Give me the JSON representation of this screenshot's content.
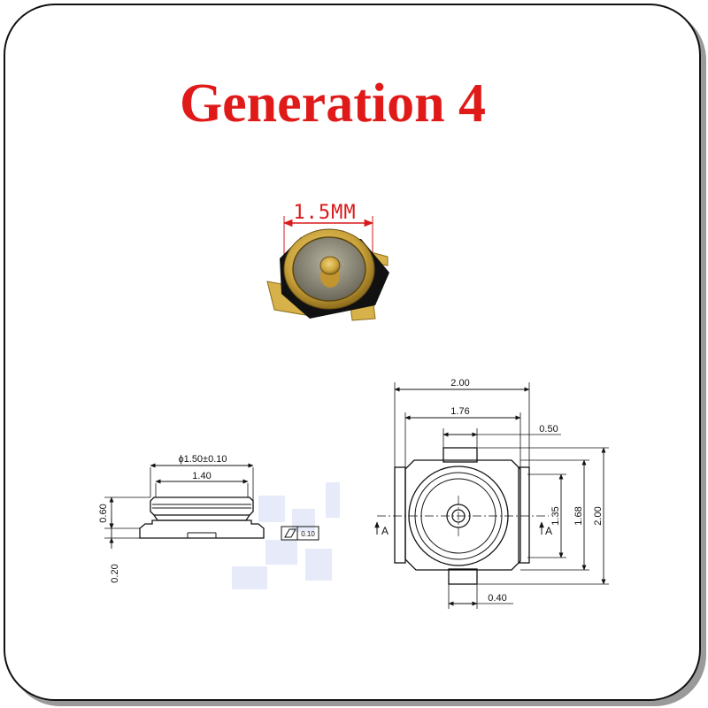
{
  "title": "Generation 4",
  "photo": {
    "size_label": "1.5MM"
  },
  "side_view": {
    "diameter_label": "ϕ1.50±0.10",
    "inner_width_label": "1.40",
    "height_upper_label": "0.60",
    "height_lower_label": "0.20",
    "flatness_tolerance": "0.10"
  },
  "top_view": {
    "overall_width_label": "2.00",
    "inner_width_label": "1.76",
    "tab_width_top_label": "0.50",
    "tab_width_bottom_label": "0.40",
    "inner_height_label": "1.35",
    "mid_height_label": "1.68",
    "overall_height_label": "2.00",
    "section_left_label": "A",
    "section_right_label": "A"
  },
  "colors": {
    "title": "#e01919",
    "dimension_red": "#d81a1a",
    "connector_body": "#111111",
    "connector_gold": "#c9a23a"
  }
}
